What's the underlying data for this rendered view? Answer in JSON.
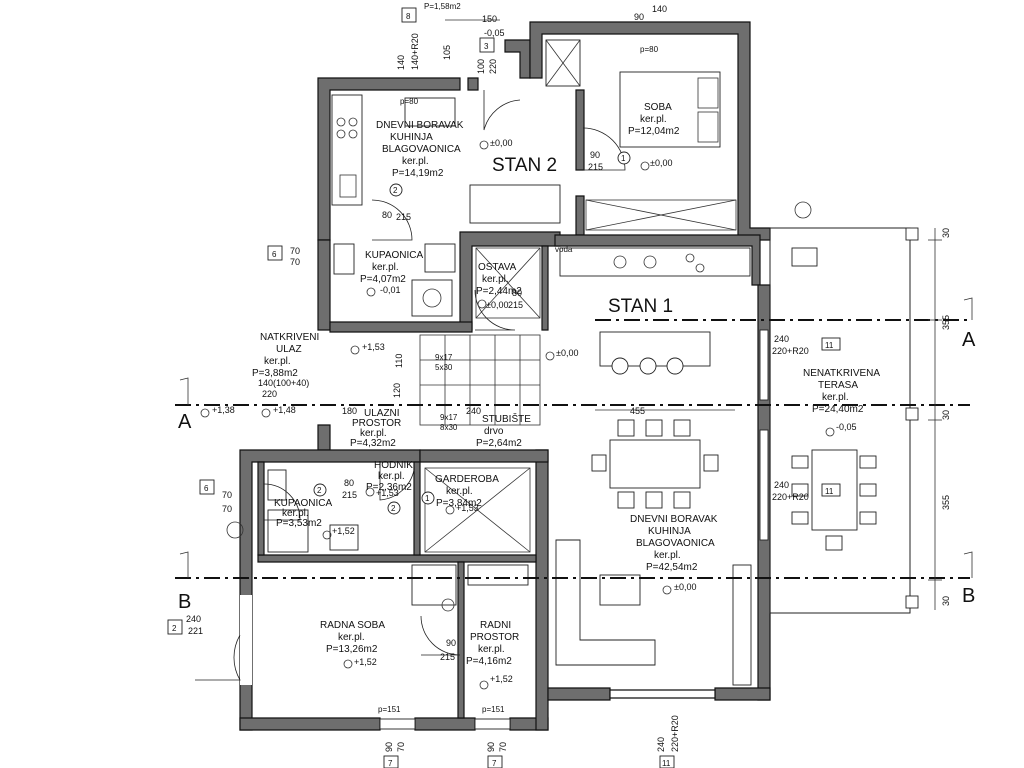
{
  "units": {
    "stan1": "STAN 1",
    "stan2": "STAN 2"
  },
  "rooms": {
    "boravak2": {
      "l1": "DNEVNI BORAVAK",
      "l2": "KUHINJA",
      "l3": "BLAGOVAONICA",
      "floor": "ker.pl.",
      "area": "P=14,19m2"
    },
    "soba": {
      "l1": "SOBA",
      "floor": "ker.pl.",
      "area": "P=12,04m2"
    },
    "kupaonica2": {
      "l1": "KUPAONICA",
      "floor": "ker.pl.",
      "area": "P=4,07m2"
    },
    "ostava": {
      "l1": "OSTAVA",
      "floor": "ker.pl.",
      "area": "P=2,44m2"
    },
    "natkriveni": {
      "l1": "NATKRIVENI",
      "l2": "ULAZ",
      "floor": "ker.pl.",
      "area": "P=3,88m2"
    },
    "ulazni": {
      "l1": "ULAZNI",
      "l2": "PROSTOR",
      "floor": "ker.pl.",
      "area": "P=4,32m2"
    },
    "stubiste": {
      "l1": "STUBIŠTE",
      "floor": "drvo",
      "area": "P=2,64m2"
    },
    "hodnik": {
      "l1": "HODNIK",
      "floor": "ker.pl.",
      "area": "P=2,36m2"
    },
    "garderoba": {
      "l1": "GARDEROBA",
      "floor": "ker.pl.",
      "area": "P=3,84m2"
    },
    "kupaonica1": {
      "l1": "KUPAONICA",
      "floor": "ker.pl.",
      "area": "P=3,53m2"
    },
    "boravak1": {
      "l1": "DNEVNI BORAVAK",
      "l2": "KUHINJA",
      "l3": "BLAGOVAONICA",
      "floor": "ker.pl.",
      "area": "P=42,54m2"
    },
    "terasa": {
      "l1": "NENATKRIVENA",
      "l2": "TERASA",
      "floor": "ker.pl.",
      "area": "P=24,40m2"
    },
    "radnasoba": {
      "l1": "RADNA SOBA",
      "floor": "ker.pl.",
      "area": "P=13,26m2"
    },
    "radniprostor": {
      "l1": "RADNI",
      "l2": "PROSTOR",
      "floor": "ker.pl.",
      "area": "P=4,16m2"
    }
  },
  "sections": {
    "a": "A",
    "b": "B"
  },
  "levels": {
    "p000": "±0,00",
    "m005": "-0,05",
    "m001": "-0,01",
    "p153": "+1,53",
    "p138": "+1,38",
    "p148": "+1,48",
    "p152": "+1,52"
  },
  "markers": {
    "m1": "1",
    "m2": "2",
    "m3": "3",
    "m6": "6",
    "m7": "7",
    "m8": "8",
    "m11": "11"
  },
  "dimensions": {
    "d150": "150",
    "d140": "140",
    "d140r20": "140+R20",
    "d105": "105",
    "d100": "100",
    "d220": "220",
    "d90": "90",
    "d215": "215",
    "d80": "80",
    "d70": "70",
    "d30": "30",
    "d355": "355",
    "d455": "455",
    "d240": "240",
    "d220r20": "220+R20",
    "d221": "221",
    "d180": "180",
    "d110": "110",
    "d120": "120",
    "d140_100_40": "140(100+40)",
    "st1": "9x17",
    "st2": "5x30",
    "st3": "9x17",
    "st4": "8x30",
    "p80": "p=80",
    "p151": "p=151",
    "p158": "P=1,58m2",
    "voda": "voda"
  }
}
